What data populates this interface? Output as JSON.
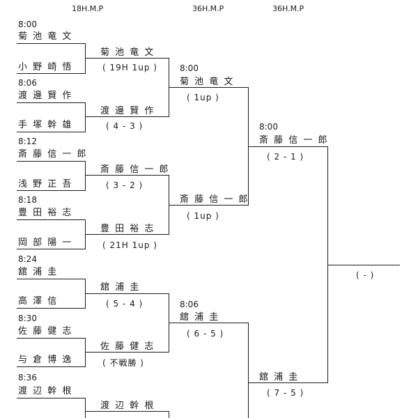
{
  "headers": [
    "18H.M.P",
    "36H.M.P",
    "36H.M.P"
  ],
  "round1": {
    "times": [
      "8:00",
      "8:06",
      "8:12",
      "8:18",
      "8:24",
      "8:30",
      "8:36"
    ],
    "players": [
      "菊 池  竜 文",
      "小 野 崎   悟",
      "渡 邊  賢 作",
      "手 塚  幹 雄",
      "斎 藤 信 一 郎",
      "浅 野  正 吾",
      "豊 田  裕 志",
      "岡 部  陽 一",
      "舘 浦      圭",
      "高 澤      信",
      "佐 藤  健 志",
      "与 倉  博 逸",
      "渡 辺  幹 根",
      "",
      "",
      ""
    ]
  },
  "round2": {
    "winners": [
      "菊 池  竜 文",
      "渡 邊  賢 作",
      "斎 藤 信 一 郎",
      "豊 田  裕 志",
      "舘 浦      圭",
      "佐 藤  健 志",
      "渡 辺  幹 根"
    ],
    "scores": [
      "( 19H 1up )",
      "( 4 - 3 )",
      "( 3 - 2 )",
      "( 21H 1up )",
      "( 5 - 4 )",
      "( 不戦勝 )",
      ""
    ]
  },
  "round3": {
    "times": [
      "8:00",
      "8:06"
    ],
    "winners": [
      "菊 池  竜 文",
      "斎 藤 信 一 郎",
      "舘 浦      圭"
    ],
    "scores": [
      "(   1up   )",
      "(   1up   )",
      "( 6 - 5 )"
    ]
  },
  "round4": {
    "times": [
      "8:00"
    ],
    "winners": [
      "斎 藤 信 一 郎",
      "舘 浦      圭"
    ],
    "scores": [
      "( 2 - 1 )",
      "( 7 - 5 )"
    ]
  },
  "final": {
    "winner": "",
    "score": "( - )"
  }
}
